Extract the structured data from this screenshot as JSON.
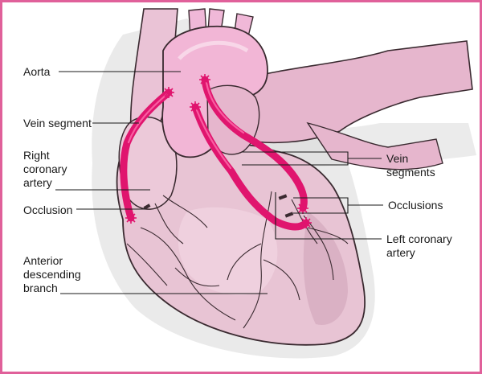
{
  "labels": {
    "aorta": "Aorta",
    "vein_segment": "Vein segment",
    "right_coronary_artery": [
      "Right",
      "coronary",
      "artery"
    ],
    "occlusion": "Occlusion",
    "anterior_descending_branch": [
      "Anterior",
      "descending",
      "branch"
    ],
    "vein_segments": [
      "Vein",
      "segments"
    ],
    "occlusions": "Occlusions",
    "left_coronary_artery": [
      "Left coronary",
      "artery"
    ]
  },
  "colors": {
    "frame": "#e0609a",
    "heart_fill": "#e8c4d4",
    "heart_light": "#f2d6e2",
    "aorta_fill": "#f0b8d8",
    "graft": "#e0156e",
    "outline": "#3a2a30",
    "shadow": "#bfbfbf"
  }
}
